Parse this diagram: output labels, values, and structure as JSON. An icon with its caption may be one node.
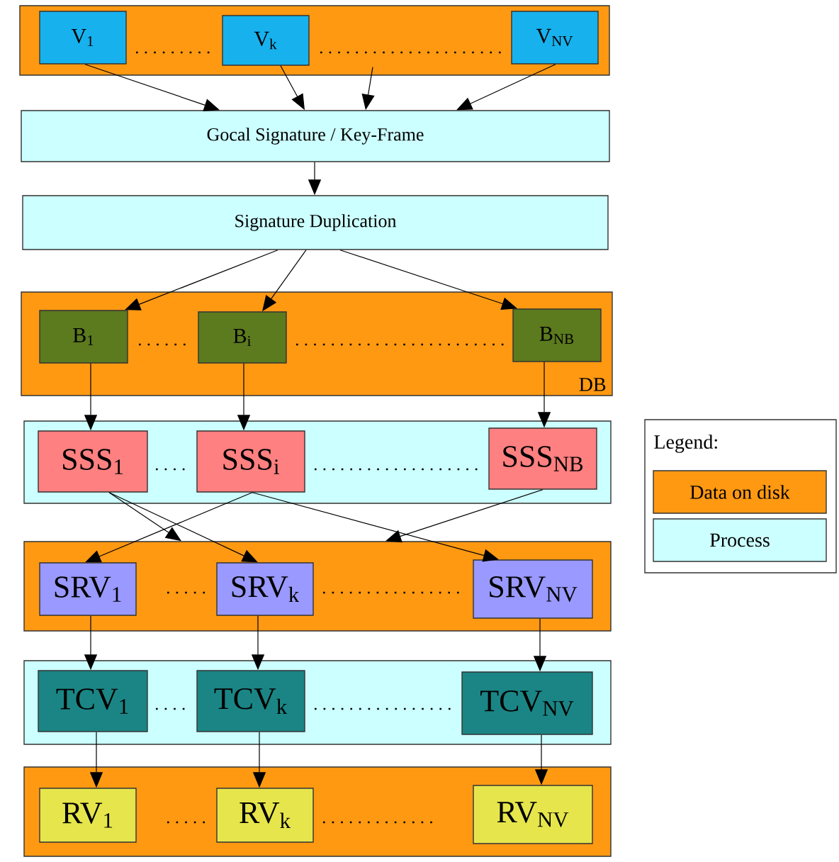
{
  "diagram": {
    "nodes": [
      {
        "text": [],
        "shape": "box"
      },
      {
        "text": [
          "V$_{1}$"
        ],
        "in": 0
      },
      {
        "text": [
          "V$_{k}$"
        ],
        "in": 0
      },
      {
        "text": [
          "V$_{NV}$"
        ],
        "in": 0
      },
      {
        "text": [
          "Gocal Signature / Key-Frame"
        ]
      },
      {
        "text": [
          "Signature Duplication"
        ]
      },
      {
        "text": [
          "DB"
        ]
      },
      {
        "text": [
          "B$_{1}$"
        ],
        "in": 6
      },
      {
        "text": [
          "B$_{i}$"
        ],
        "in": 6
      },
      {
        "text": [
          "B$_{NB}$"
        ],
        "in": 6
      },
      {
        "text": [],
        "shape": "box"
      },
      {
        "text": [
          "SSS$_{1}$"
        ],
        "in": 10
      },
      {
        "text": [
          "SSS$_{i}$"
        ],
        "in": 10
      },
      {
        "text": [
          "SSS$_{NB}$"
        ],
        "in": 10
      },
      {
        "text": [],
        "shape": "box"
      },
      {
        "text": [
          "SRV$_{1}$"
        ],
        "in": 14
      },
      {
        "text": [
          "SRV$_{k}$"
        ],
        "in": 14
      },
      {
        "text": [
          "SRV$_{NV}$"
        ],
        "in": 14
      },
      {
        "text": [],
        "shape": "box"
      },
      {
        "text": [
          "TCV$_{1}$"
        ],
        "in": 18
      },
      {
        "text": [
          "TCV$_{k}$"
        ],
        "in": 18
      },
      {
        "text": [
          "TCV$_{NV}$"
        ],
        "in": 18
      },
      {
        "text": [],
        "shape": "box"
      },
      {
        "text": [
          "RV$_{1}$"
        ],
        "in": 22
      },
      {
        "text": [
          "RV$_{k}$"
        ],
        "in": 22
      },
      {
        "text": [
          "RV$_{NV}$"
        ],
        "in": 22
      }
    ],
    "edges": [
      {
        "from": 1,
        "to": 4,
        "arrow": "to"
      },
      {
        "from": 2,
        "to": 4,
        "arrow": "to"
      },
      {
        "from": 3,
        "to": 4,
        "arrow": "to"
      },
      {
        "from": 0,
        "to": 4,
        "arrow": "to"
      },
      {
        "from": 4,
        "to": 5,
        "arrow": "to"
      },
      {
        "from": 5,
        "to": 7,
        "arrow": "to"
      },
      {
        "from": 5,
        "to": 8,
        "arrow": "to"
      },
      {
        "from": 5,
        "to": 9,
        "arrow": "to"
      },
      {
        "from": 7,
        "to": 11,
        "arrow": "to"
      },
      {
        "from": 8,
        "to": 12,
        "arrow": "to"
      },
      {
        "from": 9,
        "to": 13,
        "arrow": "to"
      },
      {
        "from": 11,
        "to": 14,
        "arrow": "to"
      },
      {
        "from": 11,
        "to": 16,
        "arrow": "to"
      },
      {
        "from": 12,
        "to": 15,
        "arrow": "to"
      },
      {
        "from": 12,
        "to": 17,
        "arrow": "to"
      },
      {
        "from": 13,
        "to": 14,
        "arrow": "to"
      },
      {
        "from": 15,
        "to": 19,
        "arrow": "to"
      },
      {
        "from": 16,
        "to": 20,
        "arrow": "to"
      },
      {
        "from": 17,
        "to": 21,
        "arrow": "to"
      },
      {
        "from": 19,
        "to": 23,
        "arrow": "to"
      },
      {
        "from": 20,
        "to": 24,
        "arrow": "to"
      },
      {
        "from": 21,
        "to": 25,
        "arrow": "to"
      }
    ],
    "labels": [
      "Legend:"
    ],
    "legend": [
      {
        "text": "Data on disk",
        "color": "#ff9912"
      },
      {
        "text": "Process",
        "color": "#ccffff"
      }
    ]
  }
}
